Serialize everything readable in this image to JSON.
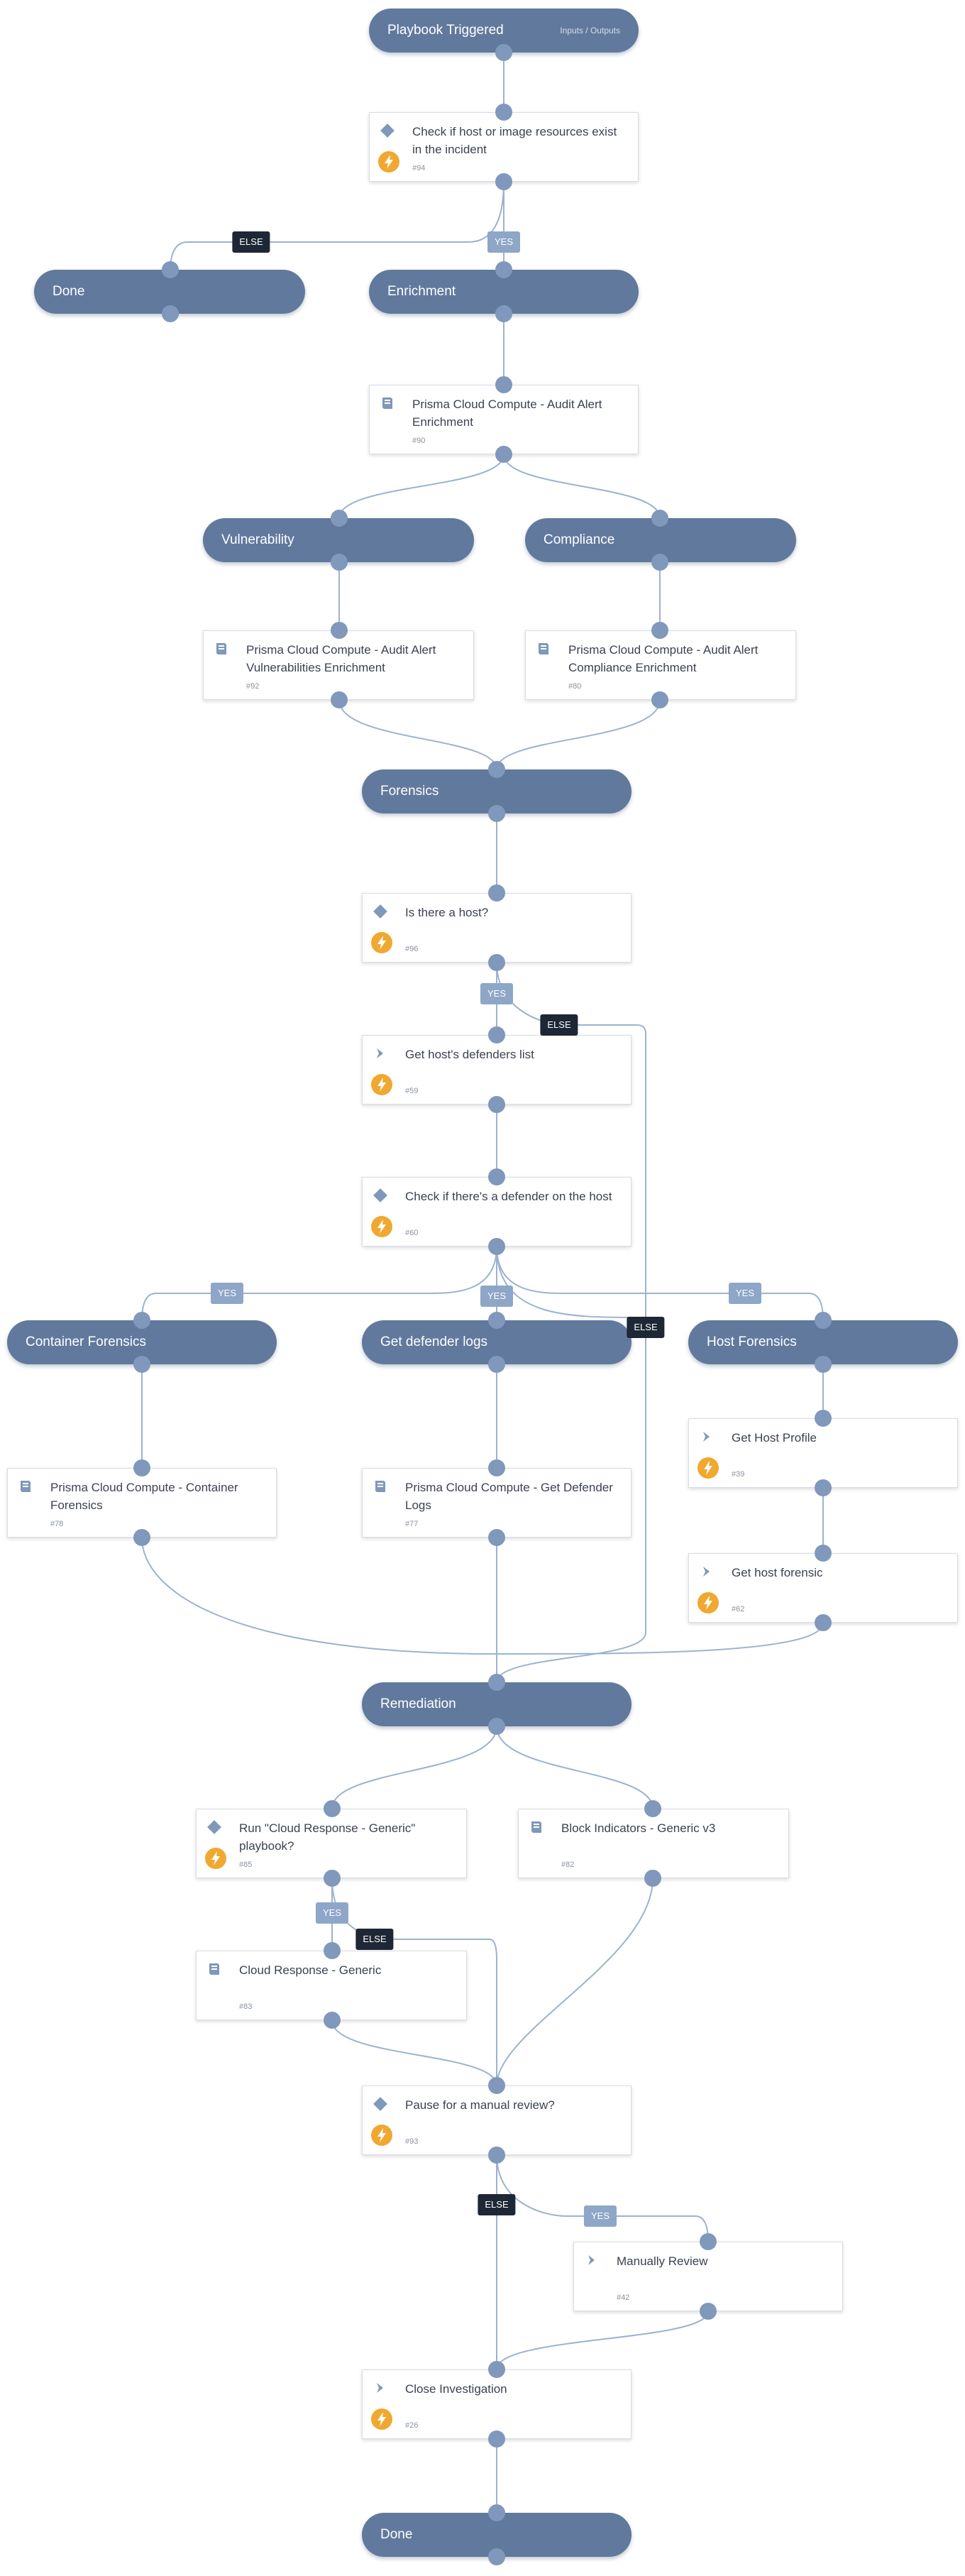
{
  "start": {
    "title": "Playbook Triggered",
    "io": "Inputs / Outputs"
  },
  "sections": {
    "done_top": "Done",
    "enrichment": "Enrichment",
    "vulnerability": "Vulnerability",
    "compliance": "Compliance",
    "forensics": "Forensics",
    "container_forensics": "Container Forensics",
    "get_defender_logs": "Get defender logs",
    "host_forensics": "Host Forensics",
    "remediation": "Remediation",
    "done_bottom": "Done"
  },
  "tasks": {
    "t94": {
      "title": "Check if host or image resources exist in the incident",
      "num": "#94",
      "icon": "conditional-diamond-icon"
    },
    "t90": {
      "title": "Prisma Cloud Compute - Audit Alert Enrichment",
      "num": "#90",
      "icon": "playbook-book-icon"
    },
    "t92": {
      "title": "Prisma Cloud Compute - Audit Alert Vulnerabilities Enrichment",
      "num": "#92",
      "icon": "playbook-book-icon"
    },
    "t80": {
      "title": "Prisma Cloud Compute - Audit Alert Compliance Enrichment",
      "num": "#80",
      "icon": "playbook-book-icon"
    },
    "t96": {
      "title": "Is there a host?",
      "num": "#96",
      "icon": "conditional-diamond-icon"
    },
    "t59": {
      "title": "Get host's defenders list",
      "num": "#59",
      "icon": "chevron-right-icon"
    },
    "t60": {
      "title": "Check if there's a defender on the host",
      "num": "#60",
      "icon": "conditional-diamond-icon"
    },
    "t78": {
      "title": "Prisma Cloud Compute - Container Forensics",
      "num": "#78",
      "icon": "playbook-book-icon"
    },
    "t77": {
      "title": "Prisma Cloud Compute - Get Defender Logs",
      "num": "#77",
      "icon": "playbook-book-icon"
    },
    "t39": {
      "title": "Get Host Profile",
      "num": "#39",
      "icon": "chevron-right-icon"
    },
    "t62": {
      "title": "Get host forensic",
      "num": "#62",
      "icon": "chevron-right-icon"
    },
    "t85": {
      "title": "Run \"Cloud Response - Generic\" playbook?",
      "num": "#85",
      "icon": "conditional-diamond-icon"
    },
    "t82": {
      "title": "Block Indicators - Generic v3",
      "num": "#82",
      "icon": "playbook-book-icon"
    },
    "t83": {
      "title": "Cloud Response - Generic",
      "num": "#83",
      "icon": "playbook-book-icon"
    },
    "t93": {
      "title": "Pause for a manual review?",
      "num": "#93",
      "icon": "conditional-diamond-icon"
    },
    "t42": {
      "title": "Manually Review",
      "num": "#42",
      "icon": "chevron-right-icon"
    },
    "t26": {
      "title": "Close Investigation",
      "num": "#26",
      "icon": "chevron-right-icon"
    }
  },
  "labels": {
    "yes": "YES",
    "else": "ELSE"
  },
  "colors": {
    "section": "#61799d",
    "edge": "#9cb2cf",
    "port": "#7f98bb",
    "yes_tag": "#8ea6c7",
    "else_tag": "#1d2735",
    "bolt": "#f0a830"
  }
}
